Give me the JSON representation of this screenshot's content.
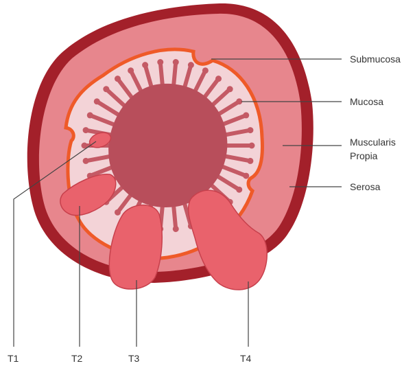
{
  "layers": {
    "submucosa": "Submucosa",
    "mucosa": "Mucosa",
    "muscularis_line1": "Muscularis",
    "muscularis_line2": "Propia",
    "serosa": "Serosa"
  },
  "stages": {
    "t1": "T1",
    "t2": "T2",
    "t3": "T3",
    "t4": "T4"
  },
  "colors": {
    "serosa": "#a3202a",
    "muscularis": "#e7868d",
    "submucosa_line": "#ef5a28",
    "mucosa": "#f3d3d7",
    "villi": "#c45a65",
    "lumen": "#b84e5b",
    "tumor": "#e9626c",
    "tumor_edge": "#c7404c"
  }
}
